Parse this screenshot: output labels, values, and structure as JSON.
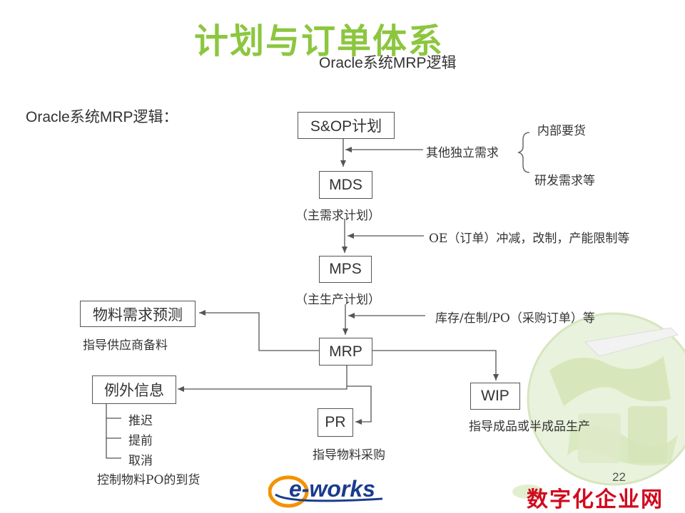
{
  "title": "计划与订单体系",
  "subtitle": "Oracle系统MRP逻辑",
  "side_label": "Oracle系统MRP逻辑：",
  "nodes": {
    "sop": "S&OP计划",
    "mds": "MDS",
    "mps": "MPS",
    "mrp": "MRP",
    "material_forecast": "物料需求预测",
    "exception": "例外信息",
    "pr": "PR",
    "wip": "WIP"
  },
  "notes": {
    "mds_desc": "（主需求计划）",
    "mps_desc": "（主生产计划）",
    "other_demand": "其他独立需求",
    "internal_demand": "内部要货",
    "rd_demand": "研发需求等",
    "oe": "OE（订单）冲减，改制，产能限制等",
    "inventory": "库存/在制/PO（采购订单）等",
    "forecast_guide": "指导供应商备料",
    "postpone": "推迟",
    "advance": "提前",
    "cancel": "取消",
    "po_control": "控制物料PO的到货",
    "pr_guide": "指导物料采购",
    "wip_guide": "指导成品或半成品生产"
  },
  "page_number": "22",
  "logo_text": "e-works",
  "site_name": "数字化企业网",
  "colors": {
    "title": "#8cc63f",
    "line": "#555555",
    "site": "#d10a1e",
    "logo": "#1a3c8c"
  }
}
